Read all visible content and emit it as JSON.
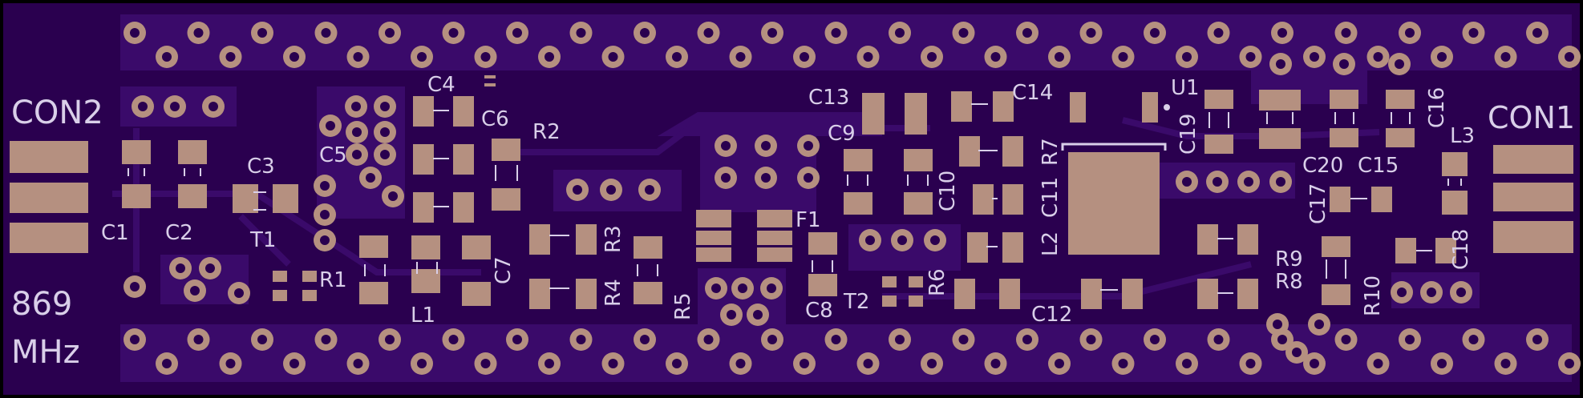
{
  "board": {
    "colors": {
      "substrate": "#2a004f",
      "copper": "#3a0a6a",
      "pad": "#b59080",
      "silkscreen": "#d9cfe9",
      "outline": "#000000"
    },
    "frequency_label": "869",
    "unit_label": "MHz",
    "connectors": [
      "CON2",
      "CON1"
    ],
    "designators": {
      "C1": "C1",
      "C2": "C2",
      "C3": "C3",
      "C4": "C4",
      "C5": "C5",
      "C6": "C6",
      "C7": "C7",
      "C8": "C8",
      "C9": "C9",
      "C10": "C10",
      "C11": "C11",
      "C12": "C12",
      "C13": "C13",
      "C14": "C14",
      "C15": "C15",
      "C16": "C16",
      "C17": "C17",
      "C18": "C18",
      "C19": "C19",
      "C20": "C20",
      "R1": "R1",
      "R2": "R2",
      "R3": "R3",
      "R4": "R4",
      "R5": "R5",
      "R6": "R6",
      "R7": "R7",
      "R8": "R8",
      "R9": "R9",
      "R10": "R10",
      "L1": "L1",
      "L2": "L2",
      "L3": "L3",
      "T1": "T1",
      "T2": "T2",
      "F1": "F1",
      "U1": "U1"
    }
  }
}
